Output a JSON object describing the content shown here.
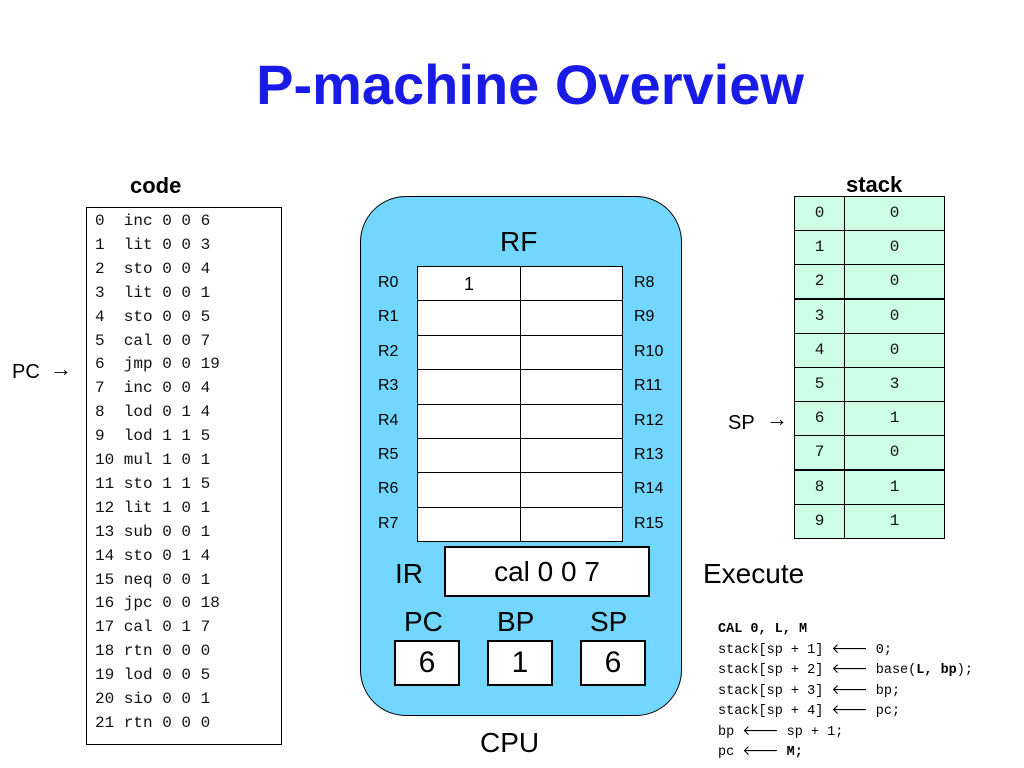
{
  "title": "P-machine Overview",
  "code": {
    "label": "code",
    "lines": [
      "0  inc 0 0 6",
      "1  lit 0 0 3",
      "2  sto 0 0 4",
      "3  lit 0 0 1",
      "4  sto 0 0 5",
      "5  cal 0 0 7",
      "6  jmp 0 0 19",
      "7  inc 0 0 4",
      "8  lod 0 1 4",
      "9  lod 1 1 5",
      "10 mul 1 0 1",
      "11 sto 1 1 5",
      "12 lit 1 0 1",
      "13 sub 0 0 1",
      "14 sto 0 1 4",
      "15 neq 0 0 1",
      "16 jpc 0 0 18",
      "17 cal 0 1 7",
      "18 rtn 0 0 0",
      "19 lod 0 0 5",
      "20 sio 0 0 1",
      "21 rtn 0 0 0"
    ],
    "pointer_label": "PC"
  },
  "stack": {
    "label": "stack",
    "rows": [
      {
        "index": "0",
        "value": "0"
      },
      {
        "index": "1",
        "value": "0"
      },
      {
        "index": "2",
        "value": "0"
      },
      {
        "index": "3",
        "value": "0"
      },
      {
        "index": "4",
        "value": "0"
      },
      {
        "index": "5",
        "value": "3"
      },
      {
        "index": "6",
        "value": "1"
      },
      {
        "index": "7",
        "value": "0"
      },
      {
        "index": "8",
        "value": "1"
      },
      {
        "index": "9",
        "value": "1"
      }
    ],
    "pointer_label": "SP"
  },
  "cpu": {
    "label": "CPU",
    "rf_label": "RF",
    "left_regs": [
      "R0",
      "R1",
      "R2",
      "R3",
      "R4",
      "R5",
      "R6",
      "R7"
    ],
    "right_regs": [
      "R8",
      "R9",
      "R10",
      "R11",
      "R12",
      "R13",
      "R14",
      "R15"
    ],
    "left_values": [
      "1",
      "",
      "",
      "",
      "",
      "",
      "",
      ""
    ],
    "right_values": [
      "",
      "",
      "",
      "",
      "",
      "",
      "",
      ""
    ],
    "ir_label": "IR",
    "ir_value": "cal 0 0 7",
    "pc_label": "PC",
    "pc_value": "6",
    "bp_label": "BP",
    "bp_value": "1",
    "sp_label": "SP",
    "sp_value": "6"
  },
  "execute": {
    "label": "Execute",
    "header": "CAL 0, L, M",
    "l1": "stack[sp + 1]",
    "l1v": "0;",
    "l2": "stack[sp + 2]",
    "l2fn": "base(",
    "l2args": "L, bp",
    "l2end": ");",
    "l3": "stack[sp + 3]",
    "l3v": "bp;",
    "l4": "stack[sp + 4]",
    "l4v": "pc;",
    "l5": "bp",
    "l5v": "sp + 1;",
    "l6": "pc",
    "l6v": "M;",
    "arrow": "🡐"
  }
}
